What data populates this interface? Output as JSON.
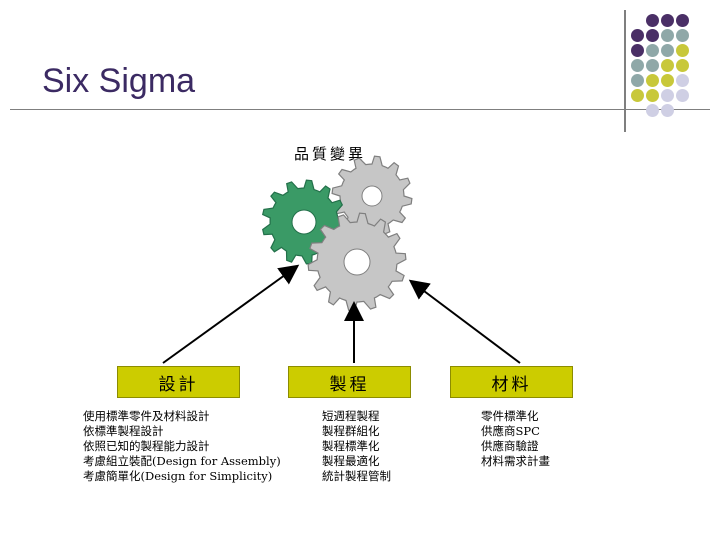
{
  "title": "Six Sigma",
  "top_label": "品質變異",
  "colors": {
    "title": "#3b2a63",
    "purple": "#4a2f66",
    "teal": "#8fa8a8",
    "olive": "#c8c83a",
    "lavender": "#cfcfe4",
    "box": "#cccc00",
    "gear_green": "#3a9a66",
    "gear_gray": "#c6c6c6"
  },
  "categories": [
    {
      "label": "設計",
      "items": [
        "使用標準零件及材料設計",
        "依標準製程設計",
        "依照已知的製程能力設計",
        "考慮組立裝配(Design for Assembly)",
        "考慮簡單化(Design for Simplicity)"
      ]
    },
    {
      "label": "製程",
      "items": [
        "短週程製程",
        "製程群組化",
        "製程標準化",
        "製程最適化",
        "統計製程管制"
      ]
    },
    {
      "label": "材料",
      "items": [
        "零件標準化",
        "供應商SPC",
        "供應商驗證",
        "材料需求計畫"
      ]
    }
  ]
}
